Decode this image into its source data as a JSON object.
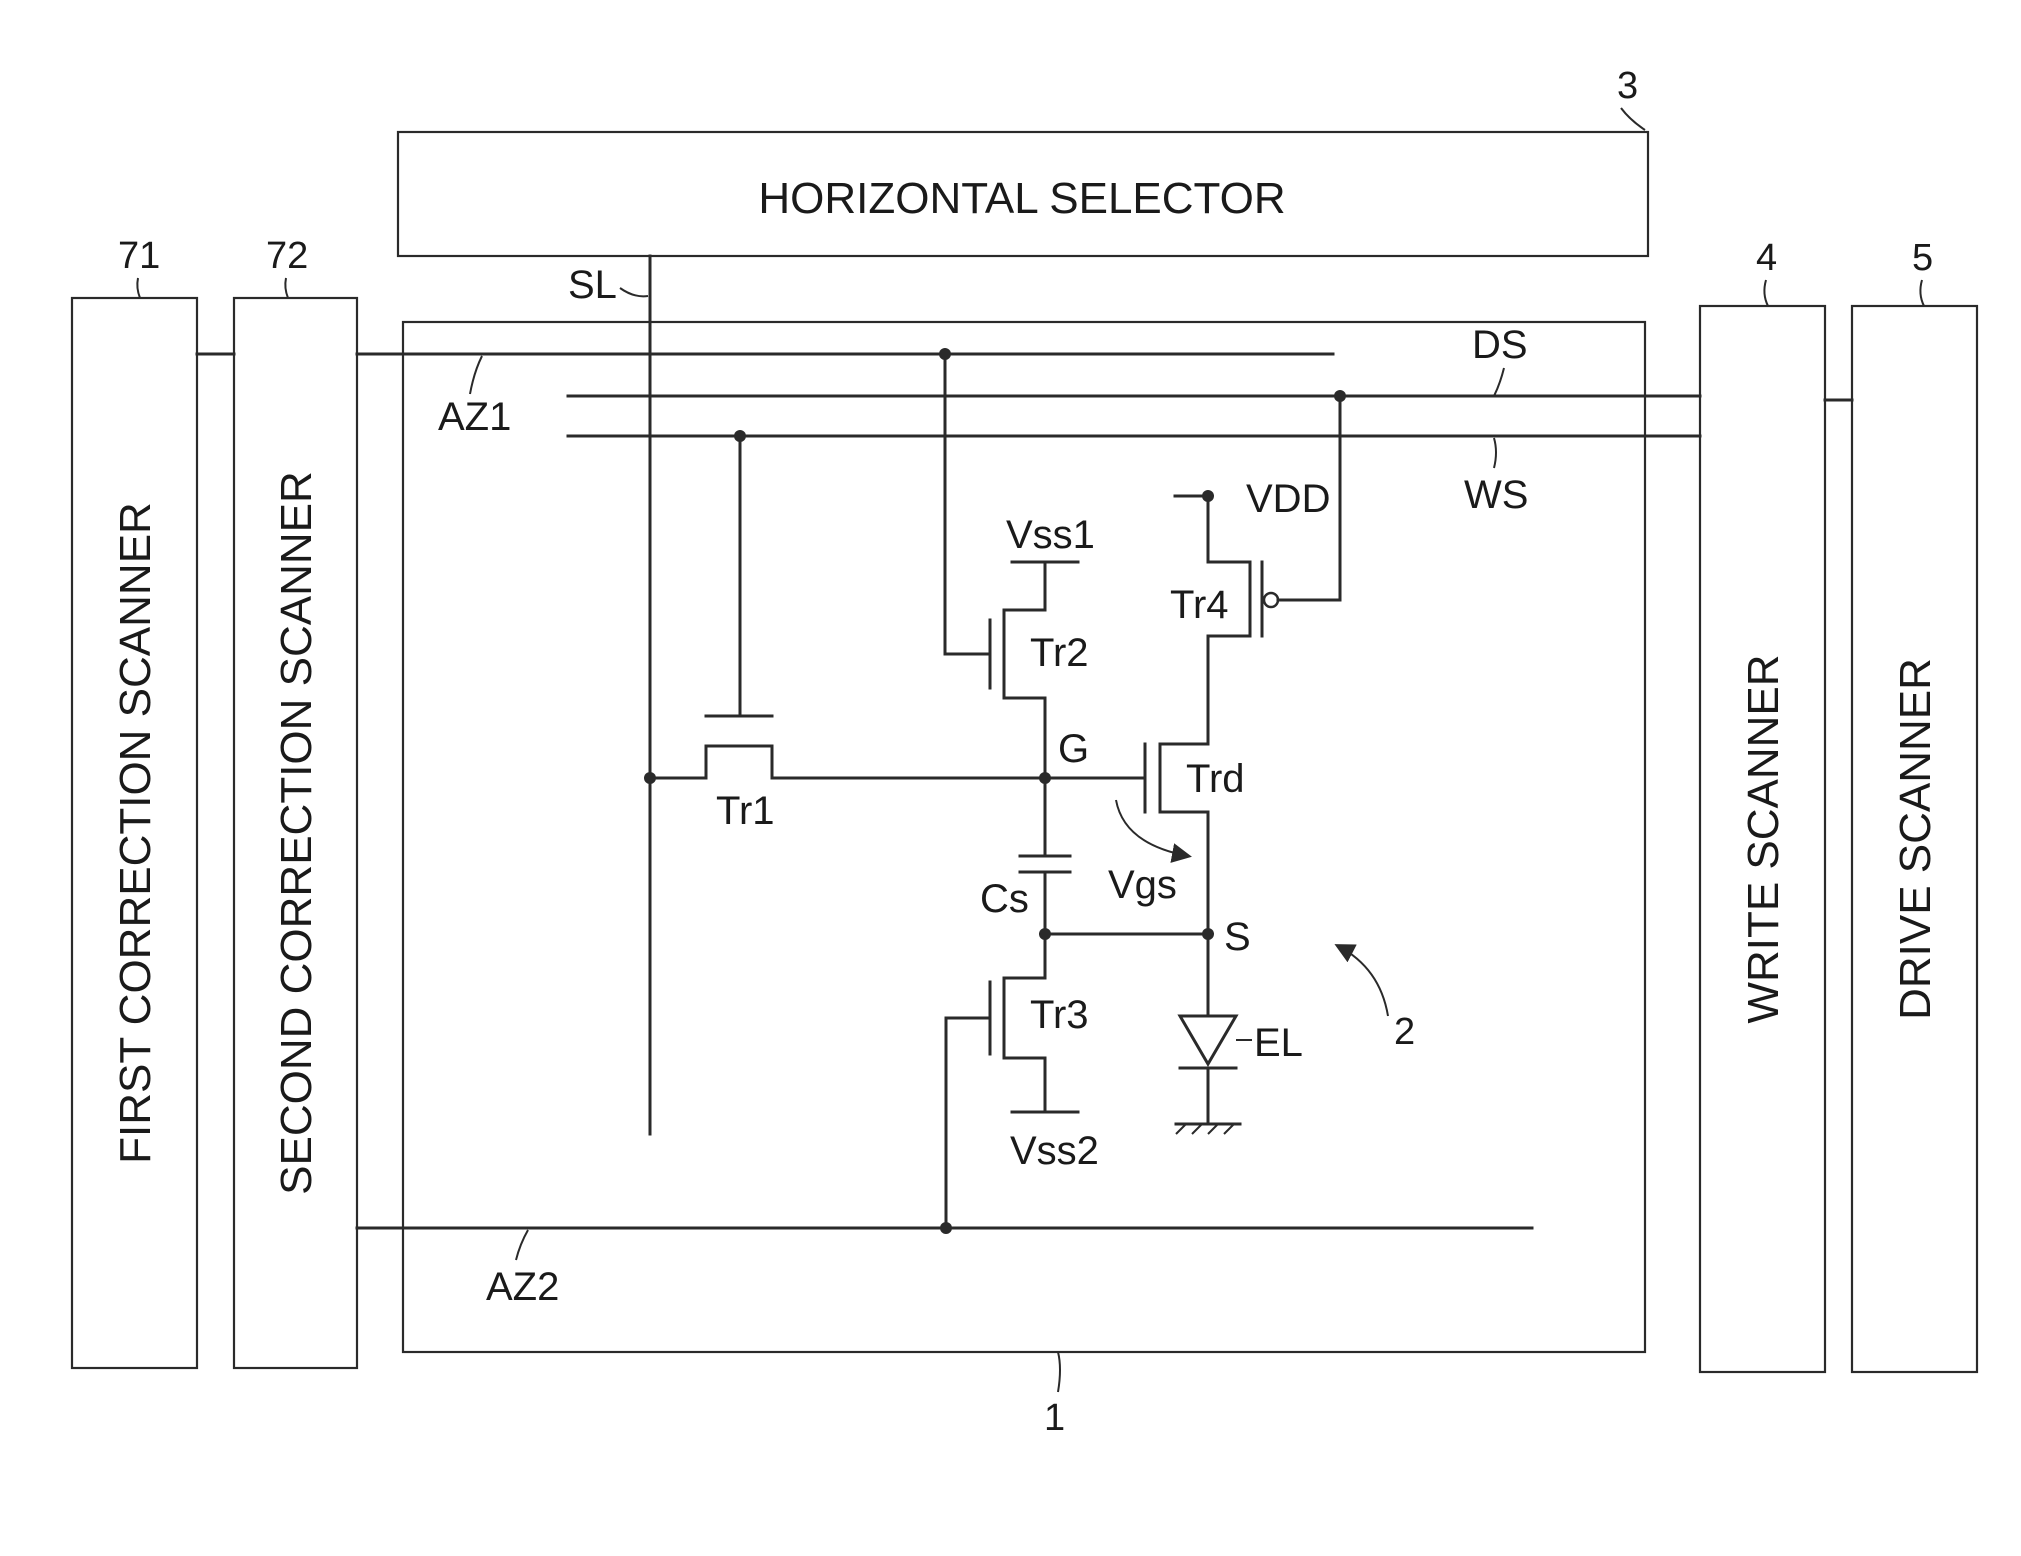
{
  "blocks": {
    "horizontal_selector": "HORIZONTAL SELECTOR",
    "first_correction_scanner": "FIRST CORRECTION SCANNER",
    "second_correction_scanner": "SECOND CORRECTION SCANNER",
    "write_scanner": "WRITE SCANNER",
    "drive_scanner": "DRIVE SCANNER"
  },
  "references": {
    "pixel_array": "1",
    "pixel_circuit": "2",
    "horizontal_selector": "3",
    "write_scanner": "4",
    "drive_scanner": "5",
    "first_correction_scanner": "71",
    "second_correction_scanner": "72"
  },
  "lines": {
    "signal": "SL",
    "az1": "AZ1",
    "az2": "AZ2",
    "ds": "DS",
    "ws": "WS"
  },
  "components": {
    "tr1": "Tr1",
    "tr2": "Tr2",
    "tr3": "Tr3",
    "tr4": "Tr4",
    "trd": "Trd",
    "cs": "Cs",
    "el": "EL"
  },
  "nodes": {
    "vdd": "VDD",
    "vss1": "Vss1",
    "vss2": "Vss2",
    "gate": "G",
    "source": "S",
    "vgs": "Vgs"
  }
}
